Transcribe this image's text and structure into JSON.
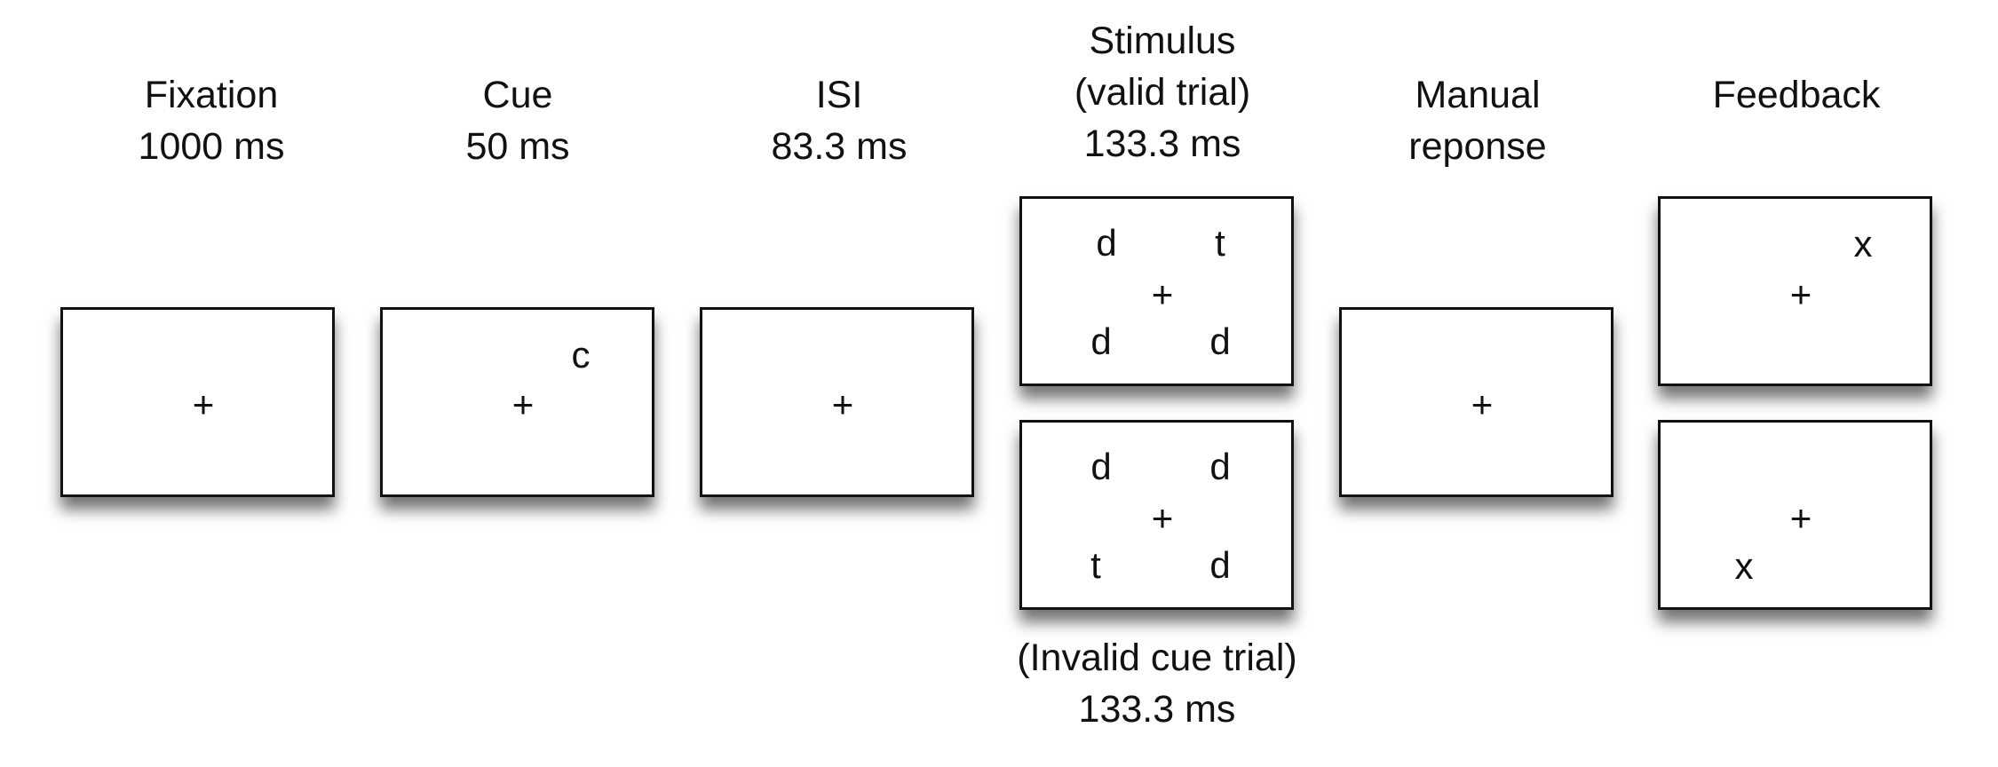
{
  "stages": [
    {
      "id": "fixation",
      "title": "Fixation",
      "duration": "1000 ms",
      "screen": {
        "fixation": "+"
      }
    },
    {
      "id": "cue",
      "title": "Cue",
      "duration": "50 ms",
      "screen": {
        "fixation": "+",
        "cue_letter": "c"
      }
    },
    {
      "id": "isi",
      "title": "ISI",
      "duration": "83.3 ms",
      "screen": {
        "fixation": "+"
      }
    },
    {
      "id": "stimulus",
      "title": "Stimulus",
      "subtitle": "(valid trial)",
      "duration": "133.3 ms",
      "valid_screen": {
        "fixation": "+",
        "top_left": "d",
        "top_right": "t",
        "bottom_left": "d",
        "bottom_right": "d"
      },
      "invalid_screen": {
        "fixation": "+",
        "top_left": "d",
        "top_right": "d",
        "bottom_left": "t",
        "bottom_right": "d"
      },
      "invalid_caption": "(Invalid cue trial)",
      "invalid_duration": "133.3 ms"
    },
    {
      "id": "manual-response",
      "title_line1": "Manual",
      "title_line2": "reponse",
      "screen": {
        "fixation": "+"
      }
    },
    {
      "id": "feedback",
      "title": "Feedback",
      "valid_screen": {
        "fixation": "+",
        "mark": "x"
      },
      "invalid_screen": {
        "fixation": "+",
        "mark": "x"
      }
    }
  ]
}
